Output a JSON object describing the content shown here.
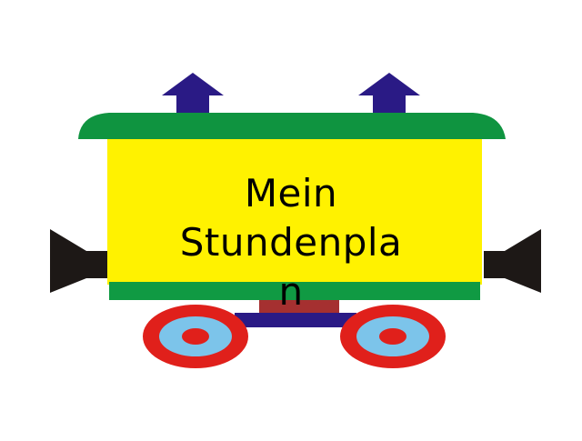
{
  "slide": {
    "title_line1": "Mein",
    "title_line2": "Stundenpla",
    "title_line3": "n",
    "title_full": "Mein Stundenplan"
  },
  "graphic": {
    "subject": "train-wagon",
    "colors": {
      "background": "#ffffff",
      "roof": "#0f9440",
      "body": "#fff200",
      "base_band": "#109a43",
      "chimney_arrows": "#2a1a85",
      "axle_bar": "#2a1a85",
      "coupling_block": "#a53030",
      "wheel_outer": "#e0201b",
      "wheel_inner": "#7cc4ea",
      "hub": "#e0201b",
      "bumpers": "#1d1816"
    }
  }
}
